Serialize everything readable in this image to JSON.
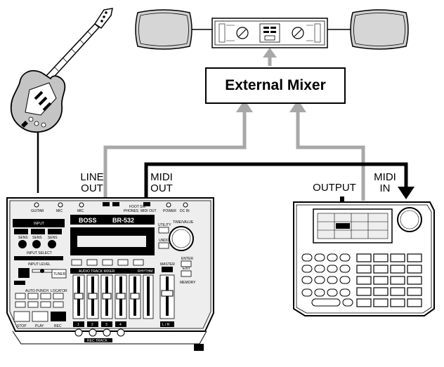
{
  "mixer": {
    "title": "External Mixer"
  },
  "labels": {
    "line_out": [
      "LINE",
      "OUT"
    ],
    "midi_out": [
      "MIDI",
      "OUT"
    ],
    "output": "OUTPUT",
    "midi_in": [
      "MIDI",
      "IN"
    ]
  },
  "recorder": {
    "brand": "BOSS",
    "model": "BR-532",
    "sections": [
      "INPUT",
      "INPUT SELECT",
      "INPUT LEVEL",
      "AUDIO TRACK MIXER",
      "RHYTHM",
      "MASTER",
      "AUTO PUNCH",
      "REC TRACK"
    ],
    "knobs": [
      "SENS",
      "SENS",
      "SENS"
    ],
    "jacks": [
      "GUITAR",
      "MIC",
      "MIC",
      "PHONES",
      "POWER",
      "DC IN",
      "MIDI OUT",
      "FOOT SW"
    ],
    "buttons": [
      "UTILITY",
      "UNDO",
      "ENTER",
      "EXIT",
      "TUNER",
      "LOCATOR",
      "STOP",
      "PLAY",
      "REC",
      "MEMORY"
    ],
    "track_numbers": [
      "1",
      "2",
      "3",
      "4"
    ],
    "dial_label": "TIME/VALUE",
    "master_label": "L / R"
  },
  "colors": {
    "ink": "#000000",
    "cable_gray": "#a8a8a8",
    "speaker_fill": "#d0d0d0",
    "panel_fill": "#eeeeee"
  }
}
